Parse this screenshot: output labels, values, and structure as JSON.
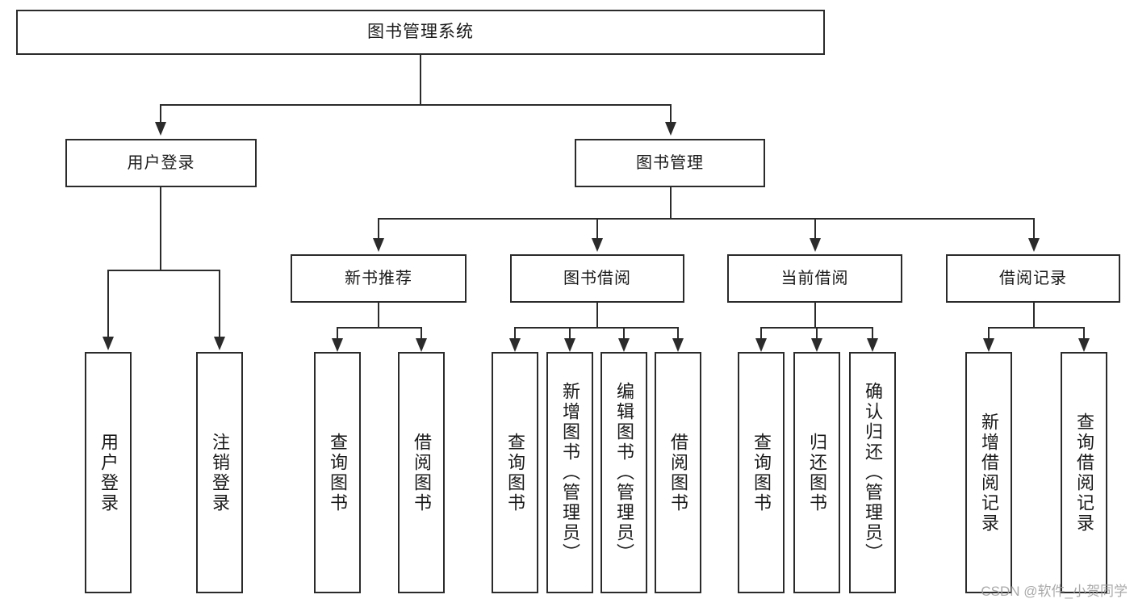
{
  "diagram": {
    "title": "图书管理系统",
    "type": "function-structure-tree",
    "watermark": "CSDN @软件_小贺同学",
    "colors": {
      "stroke": "#2b2b2b",
      "fill": "#ffffff",
      "text": "#1a1a1a",
      "watermark": "#9b9b9b"
    },
    "root": {
      "label": "图书管理系统"
    },
    "level2": [
      {
        "label": "用户登录"
      },
      {
        "label": "图书管理"
      }
    ],
    "level3": [
      {
        "label": "新书推荐"
      },
      {
        "label": "图书借阅"
      },
      {
        "label": "当前借阅"
      },
      {
        "label": "借阅记录"
      }
    ],
    "leaves": {
      "user_login": [
        {
          "label": "用户登录"
        },
        {
          "label": "注销登录"
        }
      ],
      "new_book": [
        {
          "label": "查询图书"
        },
        {
          "label": "借阅图书"
        }
      ],
      "book_borrow": [
        {
          "label": "查询图书"
        },
        {
          "label": "新增图书（管理员）"
        },
        {
          "label": "编辑图书（管理员）"
        },
        {
          "label": "借阅图书"
        }
      ],
      "current_borrow": [
        {
          "label": "查询图书"
        },
        {
          "label": "归还图书"
        },
        {
          "label": "确认归还（管理员）"
        }
      ],
      "borrow_record": [
        {
          "label": "新增借阅记录"
        },
        {
          "label": "查询借阅记录"
        }
      ]
    }
  },
  "chart_data": {
    "type": "table",
    "title": "图书管理系统",
    "nodes": [
      {
        "id": "root",
        "label": "图书管理系统",
        "level": 1,
        "parent": null
      },
      {
        "id": "n-user-login",
        "label": "用户登录",
        "level": 2,
        "parent": "root"
      },
      {
        "id": "n-book-mgmt",
        "label": "图书管理",
        "level": 2,
        "parent": "root"
      },
      {
        "id": "n-new-book",
        "label": "新书推荐",
        "level": 3,
        "parent": "n-book-mgmt"
      },
      {
        "id": "n-book-borrow",
        "label": "图书借阅",
        "level": 3,
        "parent": "n-book-mgmt"
      },
      {
        "id": "n-current-borrow",
        "label": "当前借阅",
        "level": 3,
        "parent": "n-book-mgmt"
      },
      {
        "id": "n-borrow-record",
        "label": "借阅记录",
        "level": 3,
        "parent": "n-book-mgmt"
      },
      {
        "id": "l-user-login",
        "label": "用户登录",
        "level": 3,
        "parent": "n-user-login"
      },
      {
        "id": "l-logout",
        "label": "注销登录",
        "level": 3,
        "parent": "n-user-login"
      },
      {
        "id": "l-nb-query",
        "label": "查询图书",
        "level": 4,
        "parent": "n-new-book"
      },
      {
        "id": "l-nb-borrow",
        "label": "借阅图书",
        "level": 4,
        "parent": "n-new-book"
      },
      {
        "id": "l-bb-query",
        "label": "查询图书",
        "level": 4,
        "parent": "n-book-borrow"
      },
      {
        "id": "l-bb-add",
        "label": "新增图书（管理员）",
        "level": 4,
        "parent": "n-book-borrow"
      },
      {
        "id": "l-bb-edit",
        "label": "编辑图书（管理员）",
        "level": 4,
        "parent": "n-book-borrow"
      },
      {
        "id": "l-bb-borrow",
        "label": "借阅图书",
        "level": 4,
        "parent": "n-book-borrow"
      },
      {
        "id": "l-cb-query",
        "label": "查询图书",
        "level": 4,
        "parent": "n-current-borrow"
      },
      {
        "id": "l-cb-return",
        "label": "归还图书",
        "level": 4,
        "parent": "n-current-borrow"
      },
      {
        "id": "l-cb-confirm",
        "label": "确认归还（管理员）",
        "level": 4,
        "parent": "n-current-borrow"
      },
      {
        "id": "l-br-add",
        "label": "新增借阅记录",
        "level": 4,
        "parent": "n-borrow-record"
      },
      {
        "id": "l-br-query",
        "label": "查询借阅记录",
        "level": 4,
        "parent": "n-borrow-record"
      }
    ]
  }
}
